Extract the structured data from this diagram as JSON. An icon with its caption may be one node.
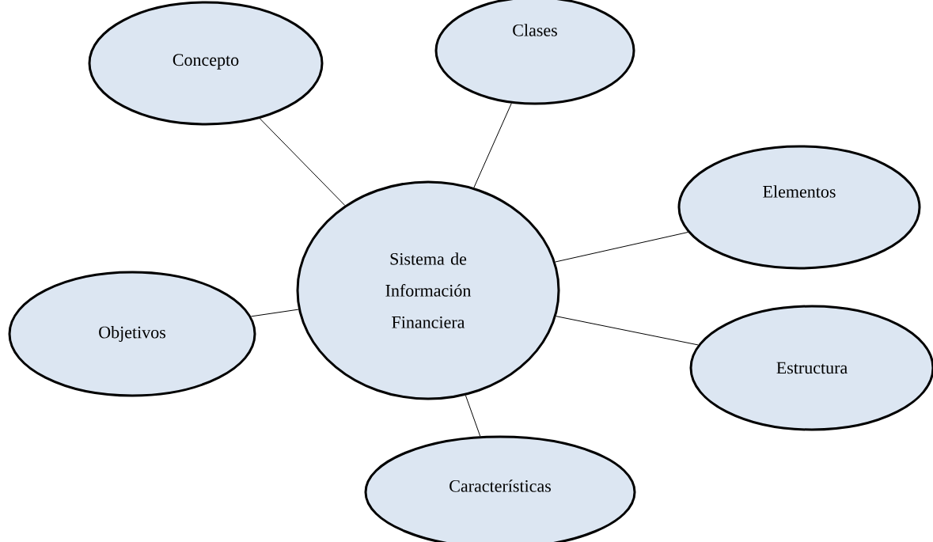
{
  "diagram": {
    "nodes": [
      {
        "text": [
          "Sistema de Información Financiera"
        ]
      },
      {
        "text": [
          "Concepto"
        ]
      },
      {
        "text": [
          "Clases"
        ]
      },
      {
        "text": [
          "Elementos"
        ]
      },
      {
        "text": [
          "Objetivos"
        ]
      },
      {
        "text": [
          "Estructura"
        ]
      },
      {
        "text": [
          "Características"
        ]
      }
    ],
    "edges": [
      {
        "from": 0,
        "to": 1,
        "arrow": "none"
      },
      {
        "from": 0,
        "to": 2,
        "arrow": "none"
      },
      {
        "from": 0,
        "to": 3,
        "arrow": "none"
      },
      {
        "from": 0,
        "to": 4,
        "arrow": "none"
      },
      {
        "from": 0,
        "to": 5,
        "arrow": "none"
      },
      {
        "from": 0,
        "to": 6,
        "arrow": "none"
      }
    ]
  }
}
